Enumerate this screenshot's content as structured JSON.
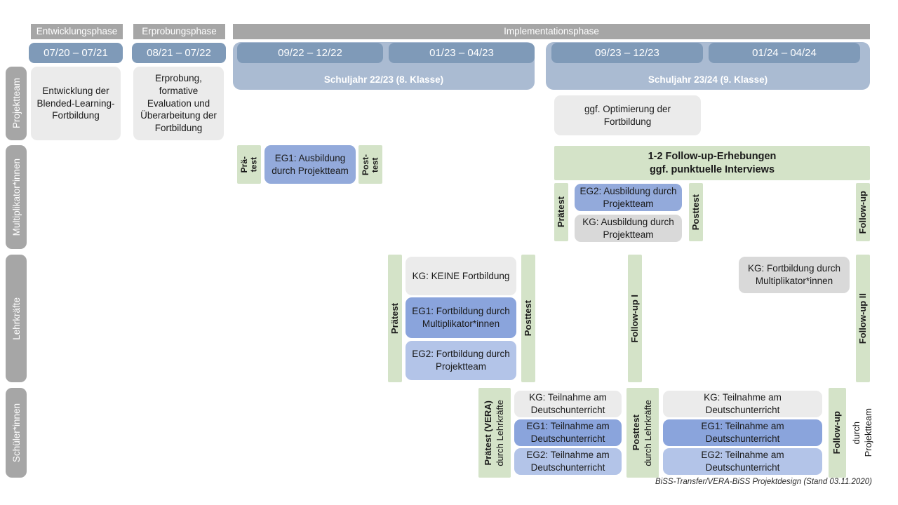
{
  "meta": {
    "footer_note": "BiSS-Transfer/VERA-BiSS Projektdesign (Stand 03.11.2020)"
  },
  "colors": {
    "gray_header": "#a6a6a6",
    "date_chip": "#7f9ab8",
    "year_band": "#aabbd2",
    "card_gray_light": "#ebebeb",
    "card_gray": "#d9d9d9",
    "card_blue_dark": "#8aa4dc",
    "card_blue_mid": "#93aadb",
    "card_blue_light": "#b3c4e8",
    "green": "#d4e3c8"
  },
  "phases": [
    {
      "label": "Entwicklungsphase"
    },
    {
      "label": "Erprobungsphase"
    },
    {
      "label": "Implementationsphase"
    }
  ],
  "periods": [
    {
      "label": "07/20 – 07/21"
    },
    {
      "label": "08/21 – 07/22"
    },
    {
      "label": "09/22 – 12/22"
    },
    {
      "label": "01/23 – 04/23"
    },
    {
      "label": "09/23 – 12/23"
    },
    {
      "label": "01/24 – 04/24"
    }
  ],
  "school_years": [
    {
      "label": "Schuljahr 22/23 (8. Klasse)"
    },
    {
      "label": "Schuljahr 23/24 (9. Klasse)"
    }
  ],
  "rows": [
    {
      "label": "Projektteam"
    },
    {
      "label": "Multiplikator*innen"
    },
    {
      "label": "Lehrkräfte"
    },
    {
      "label": "Schüler*innen"
    }
  ],
  "projektteam": {
    "entwicklung": "Entwicklung der Blended-Learning-Fortbildung",
    "erprobung": "Erprobung, formative Evaluation und Überarbeitung der Fortbildung",
    "optimierung": "ggf. Optimierung der Fortbildung"
  },
  "multiplikator": {
    "praetest_1": "Prä-\ntest",
    "posttest_1": "Post-\ntest",
    "eg1": "EG1: Ausbildung durch Projektteam",
    "banner": "1-2 Follow-up-Erhebungen\nggf. punktuelle Interviews",
    "praetest_2": "Prätest",
    "posttest_2": "Posttest",
    "eg2": "EG2: Ausbildung durch Projektteam",
    "kg": "KG: Ausbildung durch Projektteam",
    "followup": "Follow-up"
  },
  "lehrkraefte": {
    "praetest": "Prätest",
    "posttest": "Posttest",
    "kg_keine": "KG:  KEINE Fortbildung",
    "eg1": "EG1: Fortbildung durch Multiplikator*innen",
    "eg2": "EG2: Fortbildung durch Projektteam",
    "followup_1": "Follow-up I",
    "followup_2": "Follow-up II",
    "kg_fortbildung": "KG: Fortbildung durch Multiplikator*innen"
  },
  "schueler": {
    "praetest_main": "Prätest (VERA)",
    "praetest_sub": "durch Lehrkräfte",
    "posttest_main": "Posttest",
    "posttest_sub": "durch Lehrkräfte",
    "followup_main": "Follow-up",
    "followup_sub_1": "durch",
    "followup_sub_2": "Projektteam",
    "left": {
      "kg": "KG: Teilnahme am Deutschunterricht",
      "eg1": "EG1: Teilnahme am Deutschunterricht",
      "eg2": "EG2: Teilnahme am Deutschunterricht"
    },
    "right": {
      "kg": "KG: Teilnahme am Deutschunterricht",
      "eg1": "EG1: Teilnahme am Deutschunterricht",
      "eg2": "EG2: Teilnahme am Deutschunterricht"
    }
  }
}
